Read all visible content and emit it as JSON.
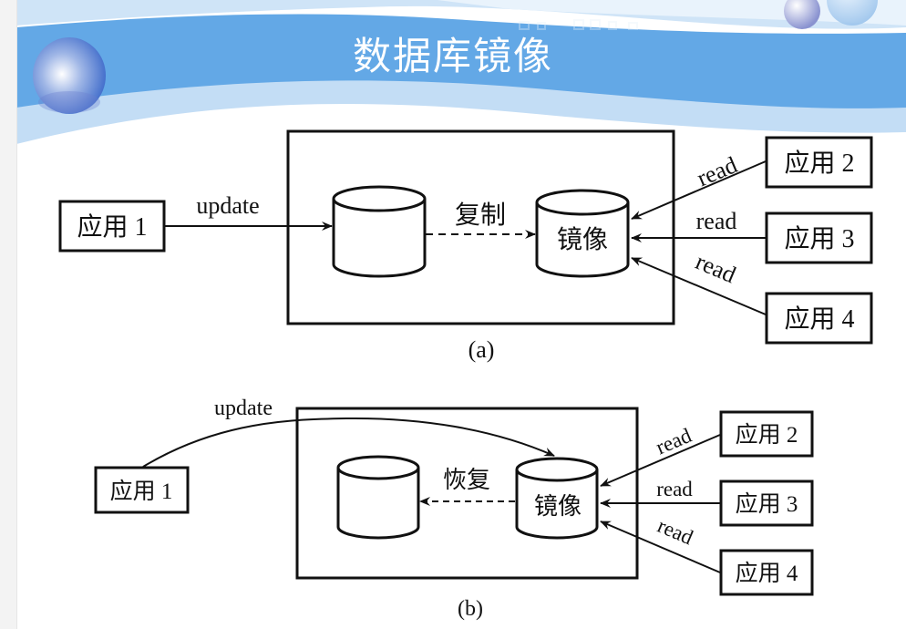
{
  "slide": {
    "title": "数据库镜像",
    "colors": {
      "band": "#63a8e6",
      "band_light": "#c3ddf5",
      "ink": "#111111",
      "strip": "#f3f3f3"
    }
  },
  "diagram_a": {
    "caption": "(a)",
    "source_app": "应用 1",
    "update_label": "update",
    "primary_db_label": "",
    "mirror_db_label": "镜像",
    "replication_label": "复制",
    "read_apps": [
      {
        "label": "应用 2",
        "edge_label": "read"
      },
      {
        "label": "应用 3",
        "edge_label": "read"
      },
      {
        "label": "应用 4",
        "edge_label": "read"
      }
    ]
  },
  "diagram_b": {
    "caption": "(b)",
    "source_app": "应用 1",
    "update_label": "update",
    "primary_db_label": "",
    "mirror_db_label": "镜像",
    "recovery_label": "恢复",
    "read_apps": [
      {
        "label": "应用 2",
        "edge_label": "read"
      },
      {
        "label": "应用 3",
        "edge_label": "read"
      },
      {
        "label": "应用 4",
        "edge_label": "read"
      }
    ]
  }
}
